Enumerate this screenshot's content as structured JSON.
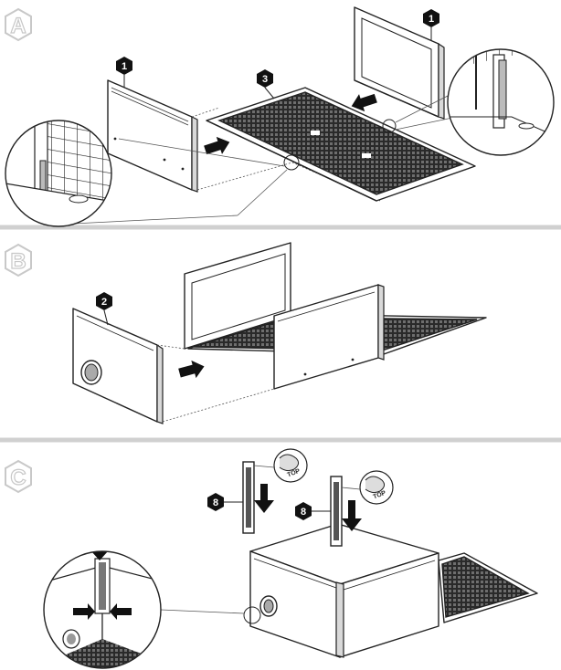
{
  "steps": [
    {
      "letter": "A",
      "parts": [
        "1",
        "1",
        "3"
      ]
    },
    {
      "letter": "B",
      "parts": [
        "2"
      ]
    },
    {
      "letter": "C",
      "parts": [
        "8",
        "8"
      ]
    }
  ],
  "labels": {
    "top": "TOP"
  }
}
